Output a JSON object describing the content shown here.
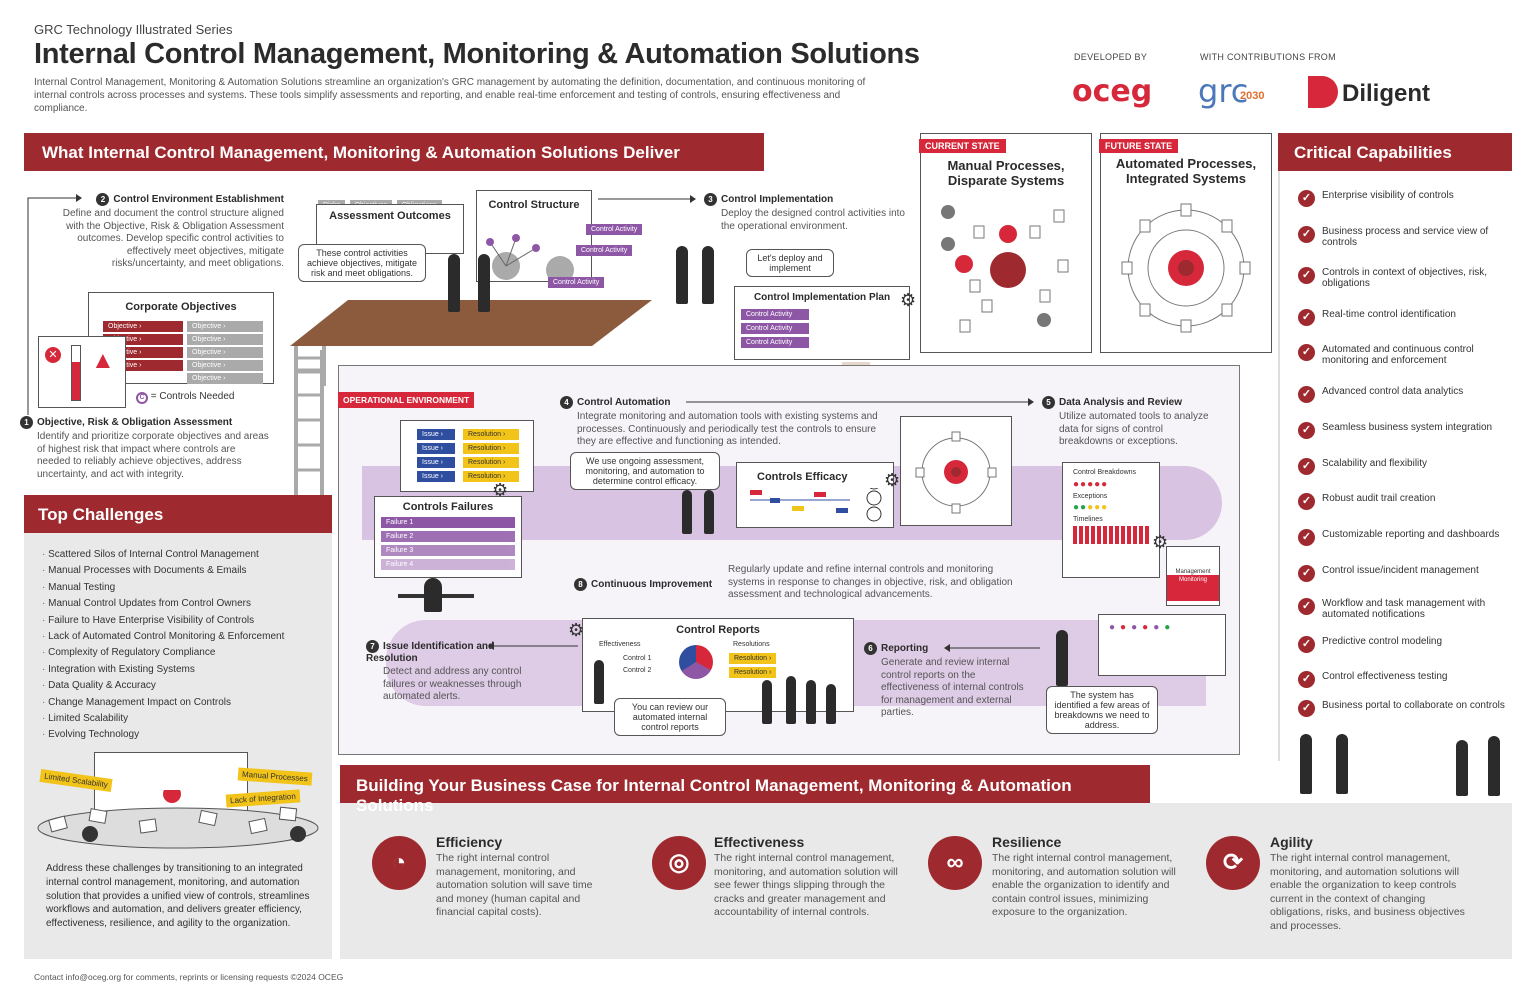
{
  "header": {
    "series": "GRC Technology Illustrated Series",
    "title": "Internal Control Management, Monitoring & Automation Solutions",
    "intro": "Internal Control Management, Monitoring & Automation Solutions streamline an organization's GRC management by automating the definition, documentation, and continuous monitoring of internal controls across processes and systems. These tools simplify assessments and reporting, and enable real-time enforcement and testing of controls, ensuring effectiveness and compliance.",
    "developed_by": "DEVELOPED BY",
    "contributions": "WITH CONTRIBUTIONS FROM",
    "logo_oceg": "oceg",
    "logo_grc": "grc",
    "logo_grc2030": "2030",
    "logo_diligent": "Diligent"
  },
  "deliver": {
    "banner": "What Internal Control Management, Monitoring & Automation Solutions Deliver",
    "step1_title": "Objective, Risk & Obligation Assessment",
    "step1_desc": "Identify and prioritize corporate objectives and areas of highest risk that impact where controls are needed to reliably achieve objectives, address uncertainty, and act with integrity.",
    "step2_title": "Control Environment Establishment",
    "step2_desc": "Define and document the control structure aligned with the Objective, Risk & Obligation Assessment outcomes. Develop specific control activities to effectively meet objectives, mitigate risks/uncertainty, and meet obligations.",
    "step3_title": "Control Implementation",
    "step3_desc": "Deploy the designed control activities into the operational environment.",
    "step4_title": "Control Automation",
    "step4_desc": "Integrate monitoring and automation tools with existing systems and processes. Continuously and periodically test the controls to ensure they are effective and functioning as intended.",
    "step5_title": "Data Analysis and Review",
    "step5_desc": "Utilize automated tools to analyze data for signs of control breakdowns or exceptions.",
    "step6_title": "Reporting",
    "step6_desc": "Generate and review internal control reports on the effectiveness of internal controls for management and external parties.",
    "step7_title": "Issue Identification and Resolution",
    "step7_desc": "Detect and address any control failures or weaknesses through automated alerts.",
    "step8_title": "Continuous Improvement",
    "step8_desc": "Regularly update and refine internal controls and monitoring systems in response to changes in objective, risk, and obligation assessment and technological advancements.",
    "tabs": [
      "Risks",
      "Objectives",
      "Obligations"
    ],
    "assessment_outcomes": "Assessment Outcomes",
    "assessment_bubble": "These control activities achieve objectives, mitigate risk and meet obligations.",
    "control_structure": "Control Structure",
    "control_activity": "Control Activity",
    "deploy_bubble": "Let's deploy and implement",
    "impl_plan": "Control Implementation Plan",
    "corporate_objectives": "Corporate Objectives",
    "objective": "Objective ›",
    "controls_needed": "= Controls Needed",
    "operational_env": "OPERATIONAL ENVIRONMENT",
    "issue": "Issue ›",
    "resolution": "Resolution ›",
    "controls_failures": "Controls Failures",
    "failures": [
      "Failure 1",
      "Failure 2",
      "Failure 3",
      "Failure 4"
    ],
    "efficacy_bubble": "We use ongoing assessment, monitoring, and automation to determine control efficacy.",
    "controls_efficacy": "Controls Efficacy",
    "control_breakdowns": "Control Breakdowns",
    "exceptions": "Exceptions",
    "timelines": "Timelines",
    "management": "Management",
    "monitoring": "Monitoring",
    "control_reports": "Control Reports",
    "effectiveness": "Effectiveness",
    "resolutions": "Resolutions",
    "control1": "Control 1",
    "control2": "Control 2",
    "review_bubble": "You can review our automated internal control reports",
    "breakdown_bubble": "The system has identified a few areas of breakdowns we need to address."
  },
  "states": {
    "current_tag": "CURRENT STATE",
    "current_title": "Manual Processes, Disparate Systems",
    "future_tag": "FUTURE STATE",
    "future_title": "Automated Processes, Integrated Systems"
  },
  "capabilities": {
    "banner": "Critical Capabilities",
    "items": [
      "Enterprise visibility of controls",
      "Business process and service view of controls",
      "Controls in context of objectives, risk, obligations",
      "Real-time control identification",
      "Automated and continuous control monitoring and enforcement",
      "Advanced control data analytics",
      "Seamless business system integration",
      "Scalability and flexibility",
      "Robust audit trail creation",
      "Customizable reporting and dashboards",
      "Control issue/incident management",
      "Workflow and task management with automated notifications",
      "Predictive control modeling",
      "Control effectiveness testing",
      "Business portal to collaborate on controls"
    ]
  },
  "challenges": {
    "banner": "Top Challenges",
    "items": [
      "Scattered Silos of Internal Control Management",
      "Manual Processes with Documents & Emails",
      "Manual Testing",
      "Manual Control Updates from Control Owners",
      "Failure to Have Enterprise Visibility of Controls",
      "Lack of Automated Control Monitoring & Enforcement",
      "Complexity of Regulatory Compliance",
      "Integration with Existing Systems",
      "Data Quality & Accuracy",
      "Change Management Impact on Controls",
      "Limited Scalability",
      "Evolving Technology"
    ],
    "tag_scalability": "Limited Scalability",
    "tag_manual": "Manual Processes",
    "tag_integration": "Lack of Integration",
    "summary": "Address these challenges by transitioning to an integrated internal control management, monitoring, and automation solution that provides a unified view of controls, streamlines workflows and automation, and delivers greater efficiency, effectiveness, resilience, and agility to the organization."
  },
  "business_case": {
    "banner": "Building Your Business Case for Internal Control Management, Monitoring & Automation Solutions",
    "items": [
      {
        "title": "Efficiency",
        "desc": "The right internal control management, monitoring, and automation solution will save time and money (human capital and financial capital costs).",
        "icon": "gauge-icon"
      },
      {
        "title": "Effectiveness",
        "desc": "The right internal control management, monitoring, and automation solution will see fewer things slipping through the cracks and greater management and accountability of internal controls.",
        "icon": "target-icon"
      },
      {
        "title": "Resilience",
        "desc": "The right internal control management, monitoring, and automation solution will enable the organization to identify and contain control issues, minimizing exposure to the organization.",
        "icon": "infinity-icon"
      },
      {
        "title": "Agility",
        "desc": "The right internal control management, monitoring, and automation solutions will enable the organization to keep controls current in the context of changing obligations, risks, and business objectives and processes.",
        "icon": "cycle-icon"
      }
    ]
  },
  "footer": "Contact info@oceg.org for comments, reprints or licensing requests ©2024 OCEG",
  "colors": {
    "brand_red": "#9e2a2f",
    "accent_red": "#d6283a",
    "purple": "#8e57a6",
    "blue": "#2f4ea0",
    "yellow": "#f2c318"
  }
}
